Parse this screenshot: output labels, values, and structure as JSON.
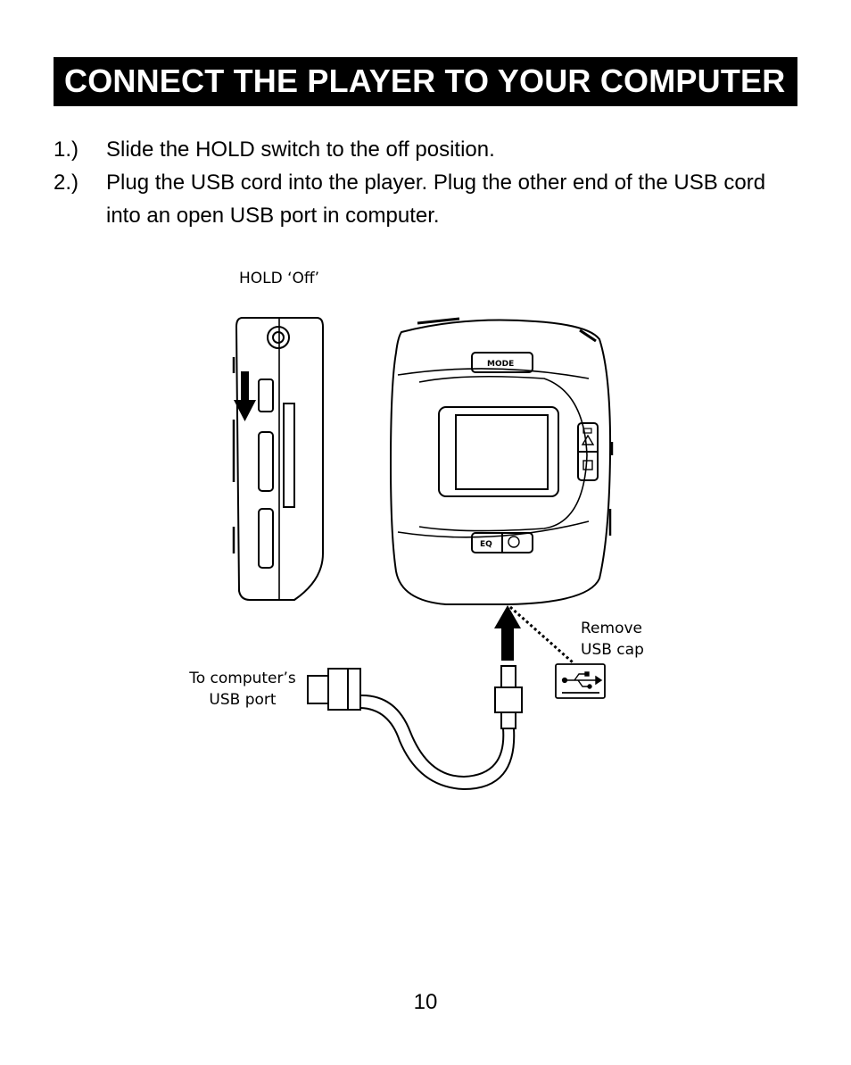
{
  "title": "CONNECT THE PLAYER TO YOUR COMPUTER",
  "steps": [
    {
      "num": "1.)",
      "text": "Slide the HOLD switch to the off position."
    },
    {
      "num": "2.)",
      "text": "Plug the USB cord into the player.  Plug the other end of the USB cord into an open USB port in computer."
    }
  ],
  "illustration": {
    "hold_label": "HOLD ‘Off’",
    "mode_button": "MODE",
    "eq_button": "EQ",
    "remove_cap_line1": "Remove",
    "remove_cap_line2": "USB cap",
    "computer_port_line1": "To computer’s",
    "computer_port_line2": "USB port"
  },
  "page_number": "10"
}
